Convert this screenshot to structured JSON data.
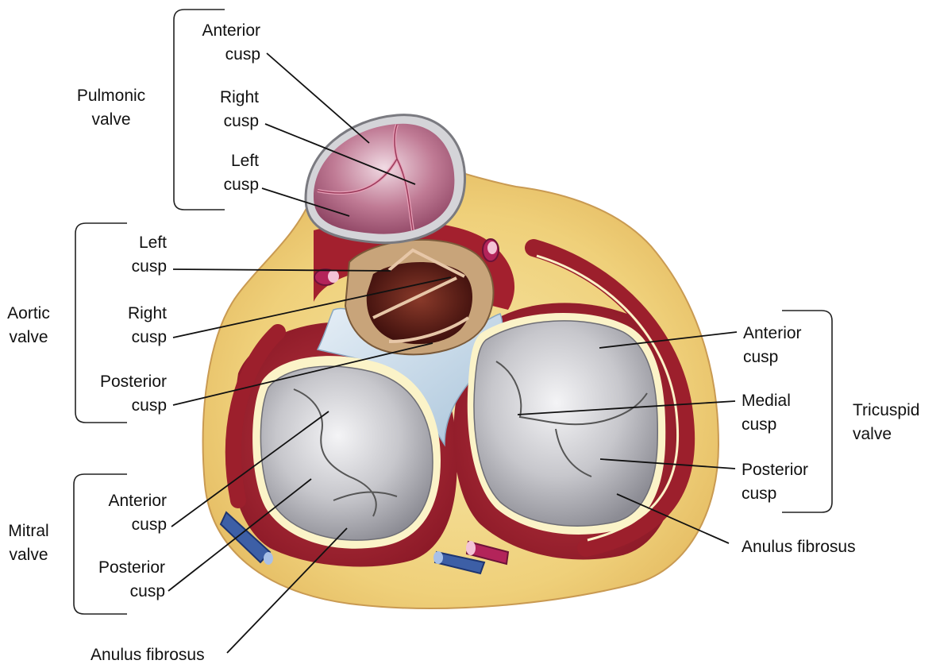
{
  "colors": {
    "fat": "#f1d98a",
    "muscle": "#a3202e",
    "cusp": "#c8c8cc",
    "pulmonic": "#b0607a",
    "annulus": "#fbf3c8",
    "skeleton": "#c9dcea",
    "artery": "#b3245a",
    "vein": "#3d5fa6"
  },
  "groups": {
    "pulmonic": [
      "Pulmonic",
      "valve"
    ],
    "aortic": [
      "Aortic",
      "valve"
    ],
    "mitral": [
      "Mitral",
      "valve"
    ],
    "tricuspid": [
      "Tricuspid",
      "valve"
    ]
  },
  "labels": {
    "pulm_anterior": [
      "Anterior",
      "cusp"
    ],
    "pulm_right": [
      "Right",
      "cusp"
    ],
    "pulm_left": [
      "Left",
      "cusp"
    ],
    "aortic_left": [
      "Left",
      "cusp"
    ],
    "aortic_right": [
      "Right",
      "cusp"
    ],
    "aortic_posterior": [
      "Posterior",
      "cusp"
    ],
    "mitral_anterior": [
      "Anterior",
      "cusp"
    ],
    "mitral_posterior": [
      "Posterior",
      "cusp"
    ],
    "anulus_left": "Anulus fibrosus",
    "tri_anterior": [
      "Anterior",
      "cusp"
    ],
    "tri_medial": [
      "Medial",
      "cusp"
    ],
    "tri_posterior": [
      "Posterior",
      "cusp"
    ],
    "anulus_right": "Anulus fibrosus"
  }
}
